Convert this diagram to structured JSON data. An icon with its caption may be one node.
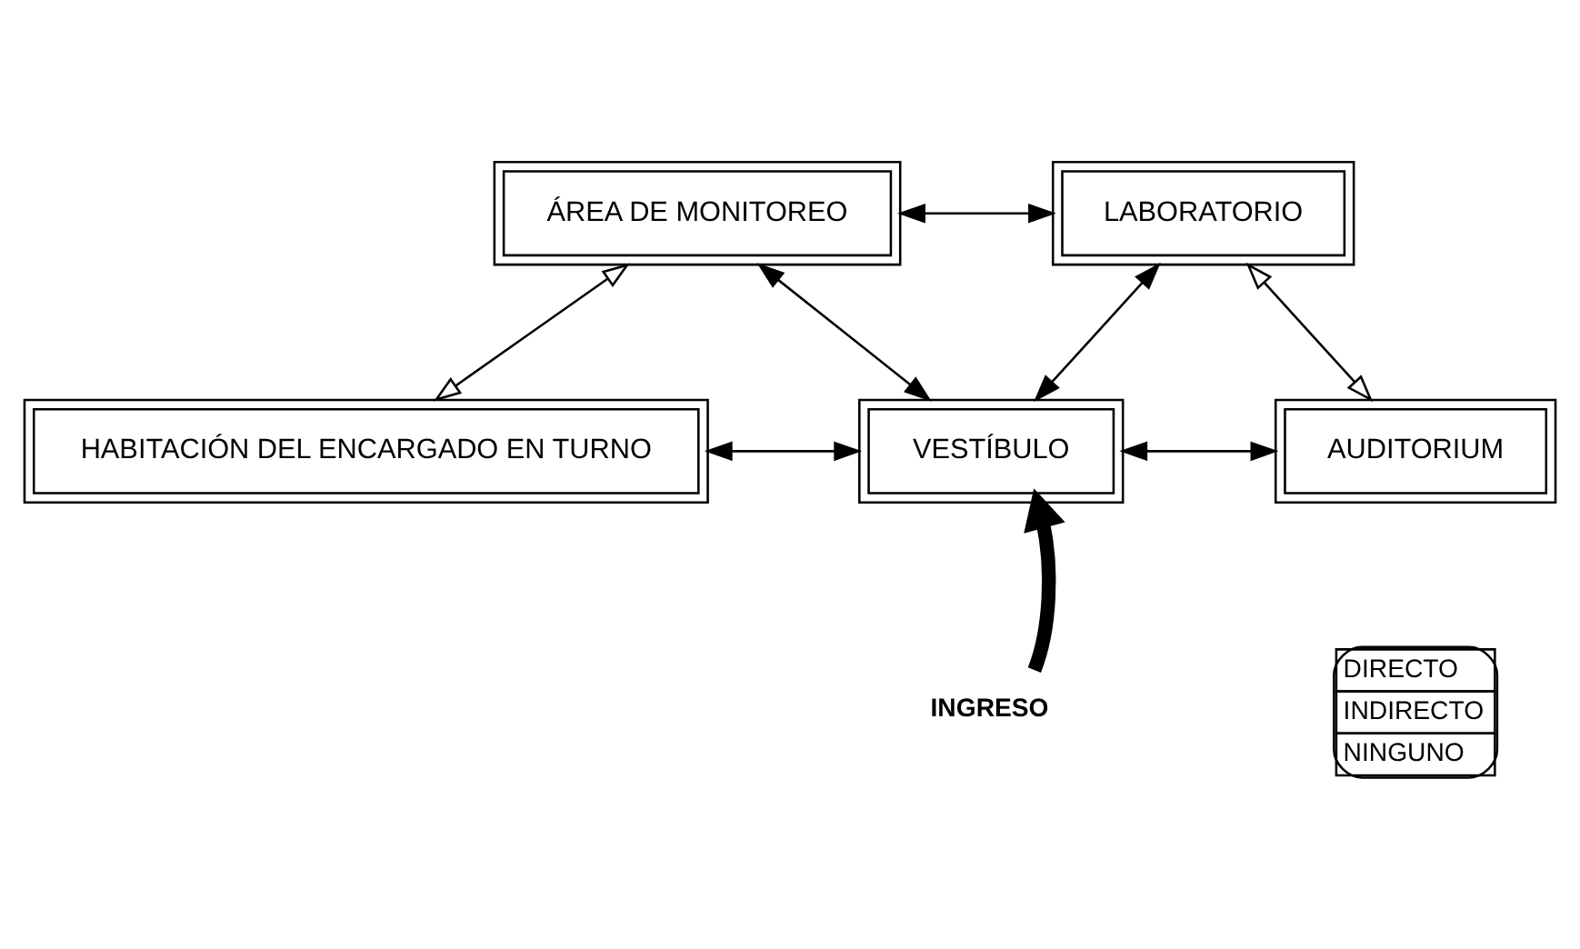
{
  "diagram": {
    "nodes": [
      {
        "text": [
          "ÁREA DE MONITOREO"
        ]
      },
      {
        "text": [
          "LABORATORIO"
        ]
      },
      {
        "text": [
          "HABITACIÓN DEL ENCARGADO EN TURNO"
        ]
      },
      {
        "text": [
          "VESTÍBULO"
        ]
      },
      {
        "text": [
          "AUDITORIUM"
        ]
      },
      {
        "text": [
          "INGRESO"
        ]
      }
    ],
    "edges": [
      {
        "from": 0,
        "to": 1,
        "arrow": "both"
      },
      {
        "from": 0,
        "to": 2,
        "arrow": "both"
      },
      {
        "from": 0,
        "to": 3,
        "arrow": "both"
      },
      {
        "from": 1,
        "to": 3,
        "arrow": "both"
      },
      {
        "from": 1,
        "to": 4,
        "arrow": "both"
      },
      {
        "from": 2,
        "to": 3,
        "arrow": "both"
      },
      {
        "from": 3,
        "to": 4,
        "arrow": "both"
      },
      {
        "from": 5,
        "to": 3,
        "arrow": "to",
        "style": "thick"
      }
    ],
    "legend": [
      {
        "text": "DIRECTO"
      },
      {
        "text": "INDIRECTO"
      },
      {
        "text": "NINGUNO"
      }
    ]
  }
}
